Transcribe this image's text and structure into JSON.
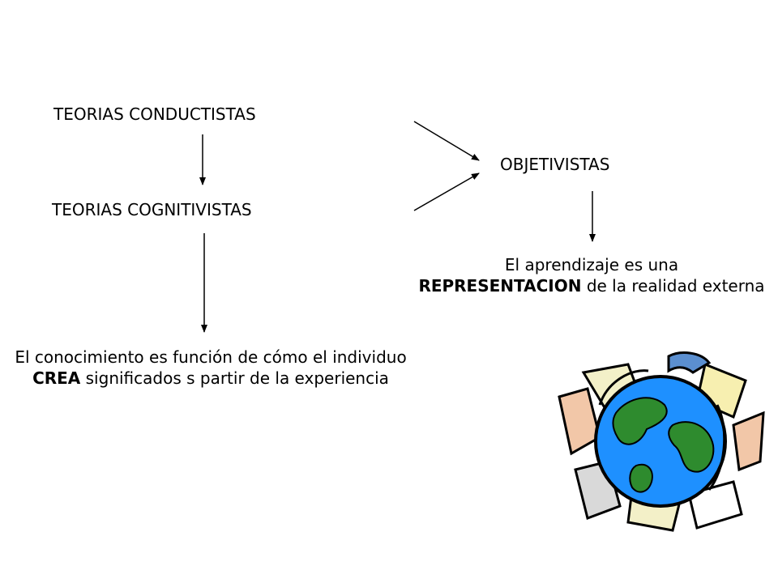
{
  "nodes": {
    "conductistas": "TEORIAS CONDUCTISTAS",
    "cognitivistas": "TEORIAS COGNITIVISTAS",
    "objetivistas": "OBJETIVISTAS"
  },
  "representation": {
    "before": "El aprendizaje es una",
    "emphasis": "REPRESENTACION",
    "after": "de la realidad externa"
  },
  "construction": {
    "before": "El conocimiento es función de cómo el individuo",
    "emphasis": "CREA",
    "after": "significados s partir de la experiencia"
  },
  "illustration": {
    "icon": "globe-with-hands-icon",
    "ocean_color": "#1e90ff",
    "land_color": "#2e8b2e"
  }
}
